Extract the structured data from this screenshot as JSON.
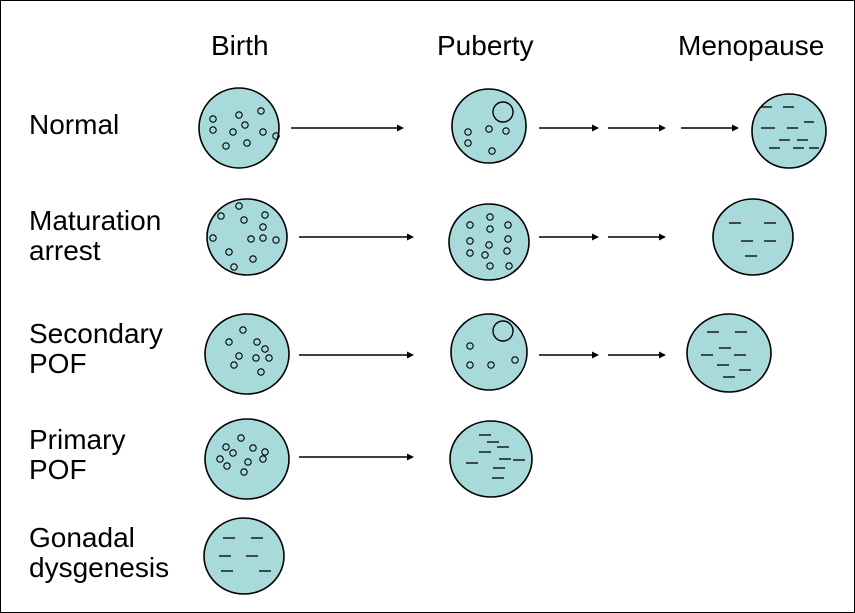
{
  "stages": [
    "Birth",
    "Puberty",
    "Menopause"
  ],
  "rows": [
    {
      "id": "normal",
      "label": [
        "Normal"
      ],
      "stages": [
        "follicles",
        "dominant-follicle",
        "stroma"
      ]
    },
    {
      "id": "maturation-arrest",
      "label": [
        "Maturation",
        "arrest"
      ],
      "stages": [
        "follicles",
        "follicles",
        "stroma"
      ]
    },
    {
      "id": "secondary-pof",
      "label": [
        "Secondary",
        "POF"
      ],
      "stages": [
        "follicles",
        "dominant-follicle",
        "stroma"
      ]
    },
    {
      "id": "primary-pof",
      "label": [
        "Primary",
        "POF"
      ],
      "stages": [
        "follicles",
        "stroma"
      ]
    },
    {
      "id": "gonadal-dysgenesis",
      "label": [
        "Gonadal",
        "dysgenesis"
      ],
      "stages": [
        "stroma"
      ]
    }
  ],
  "colors": {
    "ovary_fill": "#a8dadc",
    "stroke": "#000000",
    "background": "#ffffff"
  }
}
